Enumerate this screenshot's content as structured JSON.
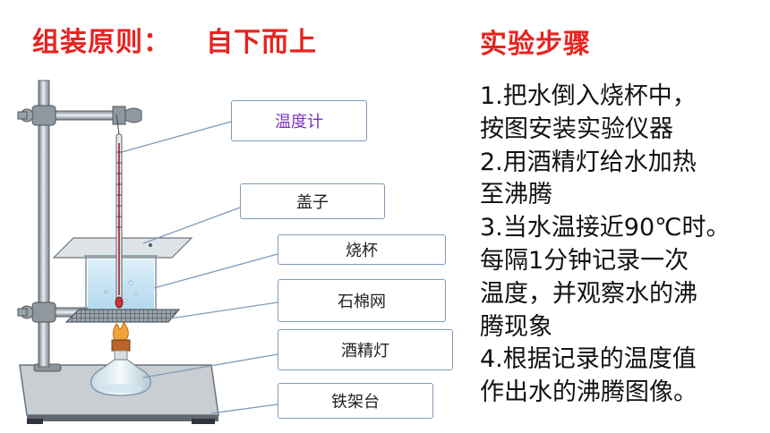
{
  "header": {
    "principle_label": "组装原则：",
    "principle_value": "自下而上",
    "steps_title": "实验步骤"
  },
  "steps": [
    "1.把水倒入烧杯中，",
    "按图安装实验仪器",
    "2.用酒精灯给水加热",
    "至沸腾",
    "3.当水温接近90℃时。",
    "每隔1分钟记录一次",
    "温度，并观察水的沸",
    "腾现象",
    "4.根据记录的温度值",
    "作出水的沸腾图像。"
  ],
  "callouts": {
    "thermometer": "温度计",
    "lid": "盖子",
    "beaker": "烧杯",
    "gauze": "石棉网",
    "lamp": "酒精灯",
    "stand": "铁架台"
  },
  "colors": {
    "title_red": "#e8231f",
    "thermometer_label": "#7a35c0",
    "callout_border": "#7f9bb8"
  }
}
